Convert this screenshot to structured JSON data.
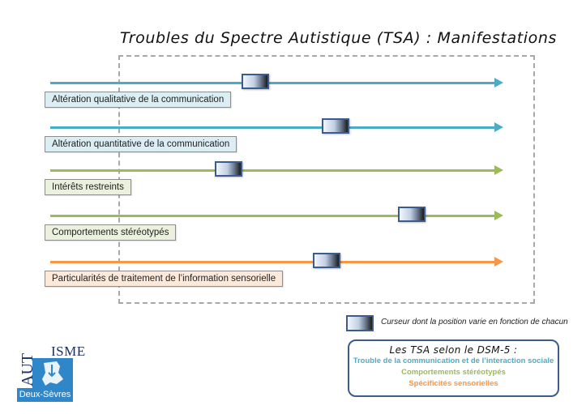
{
  "title": "Troubles du Spectre Autistique (TSA) : Manifestations",
  "rows": [
    {
      "label": "Altération qualitative de la communication",
      "cursor_position_pct": 46,
      "line_color": "#4bacc6",
      "label_bg": "#dbeef4"
    },
    {
      "label": "Altération quantitative de la communication",
      "cursor_position_pct": 64,
      "line_color": "#4bacc6",
      "label_bg": "#dbeef4"
    },
    {
      "label": "Intérêts restreints",
      "cursor_position_pct": 40,
      "line_color": "#9bbb59",
      "label_bg": "#ebf1de"
    },
    {
      "label": "Comportements stéréotypés",
      "cursor_position_pct": 81,
      "line_color": "#9bbb59",
      "label_bg": "#ebf1de"
    },
    {
      "label": "Particularités de traitement de l’information sensorielle",
      "cursor_position_pct": 62,
      "line_color": "#f79646",
      "label_bg": "#fde9d9"
    }
  ],
  "legend": {
    "cursor_icon": "gradient-cursor-icon",
    "text": "Curseur dont la position varie en fonction de chacun"
  },
  "dsm": {
    "title": "Les TSA selon le DSM-5 :",
    "items": [
      {
        "text": "Trouble de la communication et de l’interaction sociale",
        "color": "#4bacc6"
      },
      {
        "text": "Comportements stéréotypés",
        "color": "#9bbb59"
      },
      {
        "text": "Spécificités sensorielles",
        "color": "#f79646"
      }
    ]
  },
  "logo": {
    "top": "ISME",
    "side": "AUT",
    "bottom": "Deux-Sèvres",
    "color": "#2f87c9"
  }
}
